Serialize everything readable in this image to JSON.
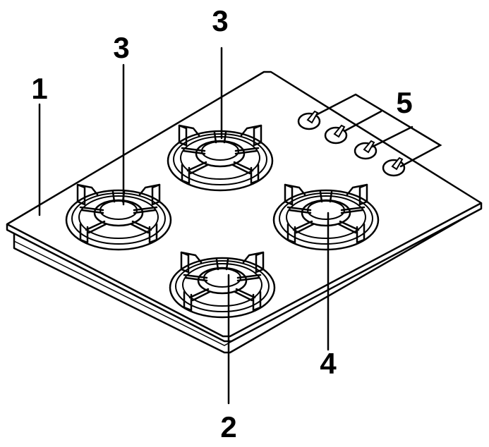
{
  "labels": {
    "hob": "1",
    "burner_front": "2",
    "burner_back_left": "3",
    "burner_back_right": "3",
    "burner_right": "4",
    "knobs": "5"
  },
  "colors": {
    "stroke": "#000000",
    "background": "#ffffff"
  }
}
